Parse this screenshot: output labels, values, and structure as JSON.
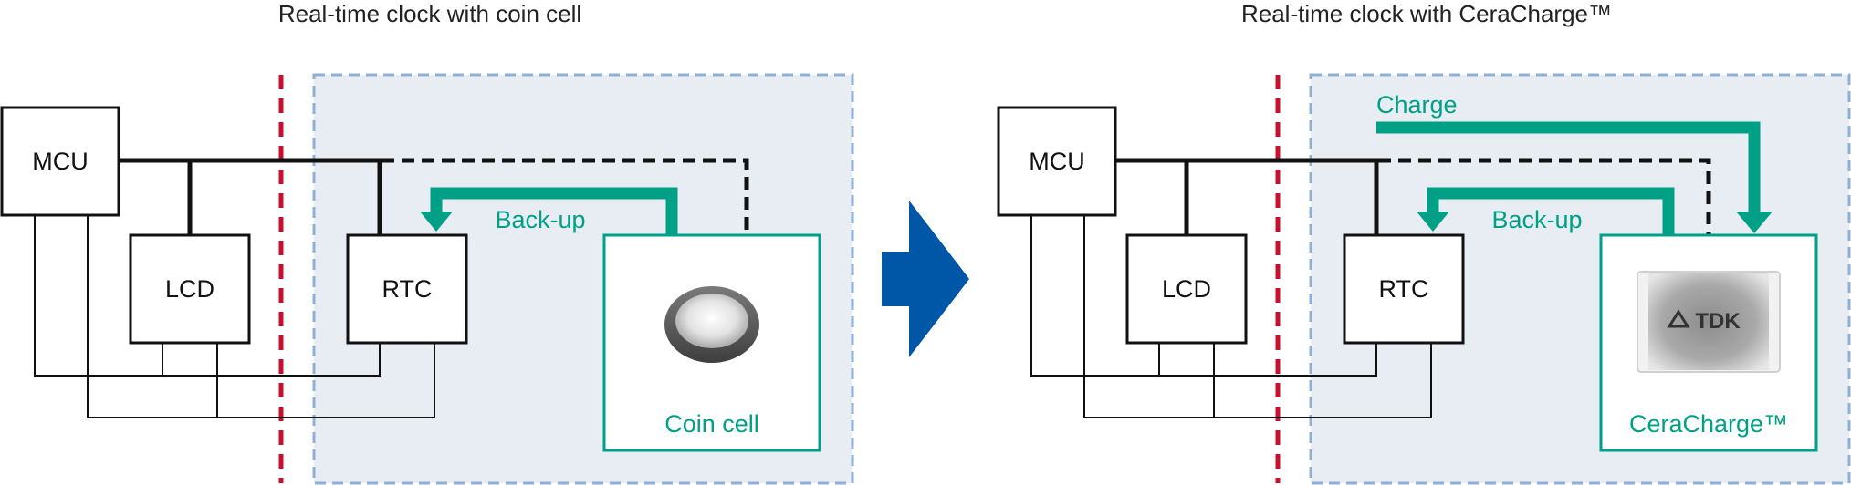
{
  "panels": {
    "left": {
      "title": "Real-time clock with coin cell",
      "mcu_label": "MCU",
      "lcd_label": "LCD",
      "rtc_label": "RTC",
      "backup_label": "Back-up",
      "battery_label": "Coin cell"
    },
    "right": {
      "title": "Real-time clock with CeraCharge™",
      "mcu_label": "MCU",
      "lcd_label": "LCD",
      "rtc_label": "RTC",
      "backup_label": "Back-up",
      "charge_label": "Charge",
      "battery_label": "CeraCharge™",
      "chip_brand": "TDK"
    }
  },
  "colors": {
    "teal_accent": "#00a087",
    "shaded_area": "#e8edf4",
    "shaded_border": "#8fb0d3",
    "red_divider": "#c8102e",
    "transition_arrow": "#0057a8",
    "line": "#111111"
  },
  "icons": {
    "transition": "right-arrow-icon",
    "coin_cell": "coin-cell-icon",
    "ceracharge_chip": "tdk-chip-icon"
  }
}
